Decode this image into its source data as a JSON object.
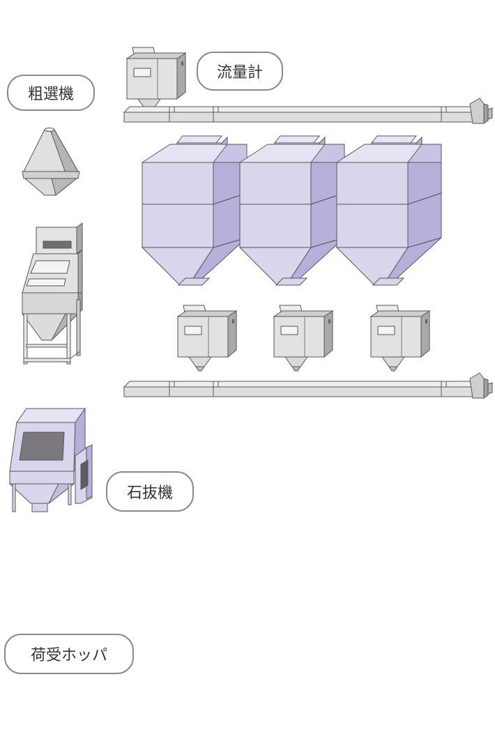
{
  "labels": {
    "flowmeter": "流量計",
    "rough_sorter": "粗選機",
    "destoner": "石抜機",
    "receiving_hopper": "荷受ホッパ"
  },
  "colors": {
    "purple_face": "#d9d5ec",
    "purple_side": "#b7b0da",
    "purple_light": "#e6e3f4",
    "gray_face": "#e0e0e0",
    "gray_side": "#a8a8a8",
    "gray_dark": "#6f6f6f",
    "stroke": "#555555"
  },
  "icons": [
    "flowmeter-icon",
    "conveyor-icon",
    "silo-icon",
    "weigher-icon",
    "rough-sorter-icon",
    "sorter-machine-icon",
    "destoner-icon"
  ]
}
